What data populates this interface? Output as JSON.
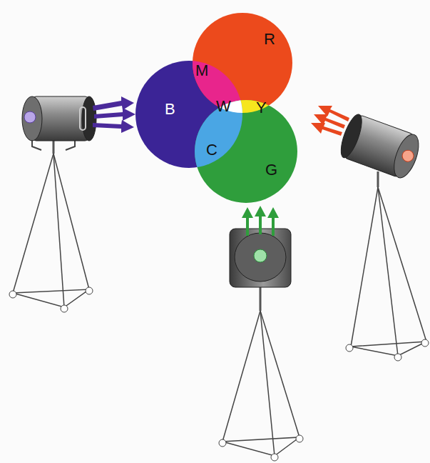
{
  "diagram": {
    "nodes": [
      {
        "text": [
          "R"
        ]
      },
      {
        "text": [
          "M"
        ]
      },
      {
        "text": [
          "B"
        ]
      },
      {
        "text": [
          "W"
        ]
      },
      {
        "text": [
          "Y"
        ]
      },
      {
        "text": [
          "C"
        ]
      },
      {
        "text": [
          "G"
        ]
      }
    ]
  }
}
